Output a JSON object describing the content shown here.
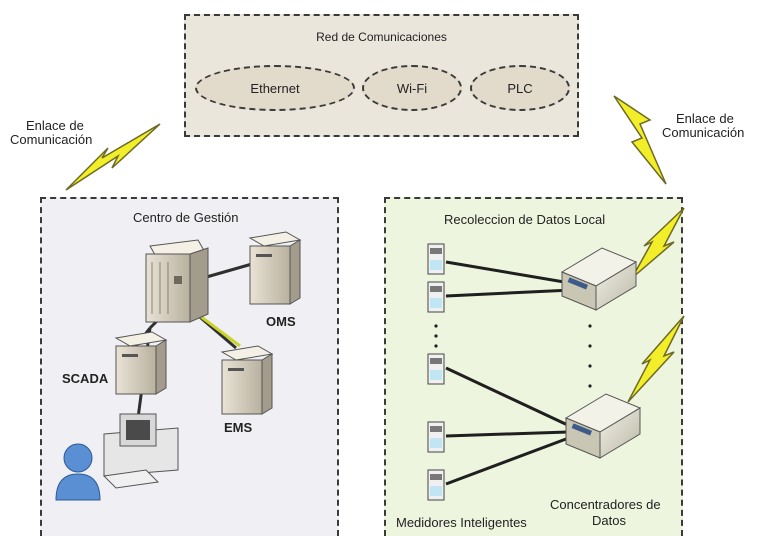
{
  "network": {
    "title": "Red de Comunicaciones",
    "items": [
      "Ethernet",
      "Wi-Fi",
      "PLC"
    ]
  },
  "links": {
    "left": [
      "Enlace de",
      "Comunicación"
    ],
    "right": [
      "Enlace de",
      "Comunicación"
    ]
  },
  "management": {
    "title": "Centro de Gestión",
    "systems": {
      "oms": "OMS",
      "scada": "SCADA",
      "ems": "EMS"
    }
  },
  "local": {
    "title": "Recoleccion de Datos Local",
    "meters_label": "Medidores Inteligentes",
    "concentrators_label": [
      "Concentradores de",
      "Datos"
    ]
  },
  "colors": {
    "bolt": "#f2ee2a",
    "bolt_outline": "#6d6a26",
    "net_bg": "#ebe6dc",
    "left_bg": "#f0f0f4",
    "right_bg": "#eef5df",
    "user": "#5b8fd4"
  }
}
